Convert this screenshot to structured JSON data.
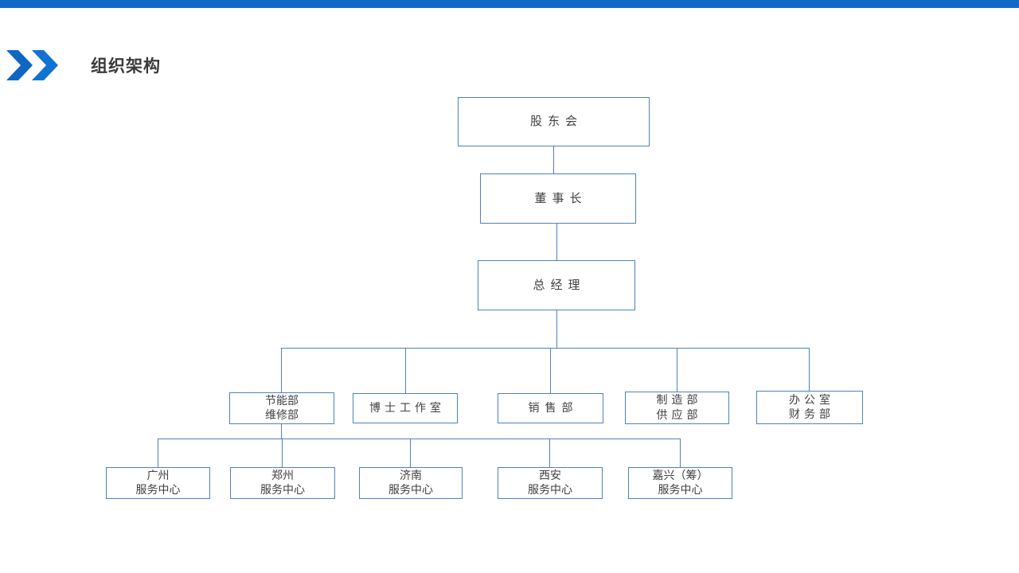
{
  "page": {
    "title": "组织架构",
    "accent_color": "#1169c8",
    "box_border_color": "#4f81bd",
    "connector_color": "#4f81bd"
  },
  "chart": {
    "type": "org-chart",
    "nodes": {
      "shareholders": {
        "label": "股东会"
      },
      "chairman": {
        "label": "董事长"
      },
      "general_manager": {
        "label": "总经理"
      },
      "energy": {
        "line1": "节能部",
        "line2": "维修部"
      },
      "doctor_studio": {
        "label": "博士工作室"
      },
      "sales": {
        "label": "销售部"
      },
      "manufacturing": {
        "line1": "制造部",
        "line2": "供应部"
      },
      "office": {
        "line1": "办公室",
        "line2": "财务部"
      },
      "guangzhou": {
        "line1": "广州",
        "line2": "服务中心"
      },
      "zhengzhou": {
        "line1": "郑州",
        "line2": "服务中心"
      },
      "jinan": {
        "line1": "济南",
        "line2": "服务中心"
      },
      "xian": {
        "line1": "西安",
        "line2": "服务中心"
      },
      "jiaxing": {
        "line1": "嘉兴（筹）",
        "line2": "服务中心"
      }
    },
    "edges": [
      [
        "shareholders",
        "chairman"
      ],
      [
        "chairman",
        "general_manager"
      ],
      [
        "general_manager",
        "energy"
      ],
      [
        "general_manager",
        "doctor_studio"
      ],
      [
        "general_manager",
        "sales"
      ],
      [
        "general_manager",
        "manufacturing"
      ],
      [
        "general_manager",
        "office"
      ],
      [
        "energy",
        "guangzhou"
      ],
      [
        "energy",
        "zhengzhou"
      ],
      [
        "energy",
        "jinan"
      ],
      [
        "energy",
        "xian"
      ],
      [
        "energy",
        "jiaxing"
      ]
    ]
  }
}
